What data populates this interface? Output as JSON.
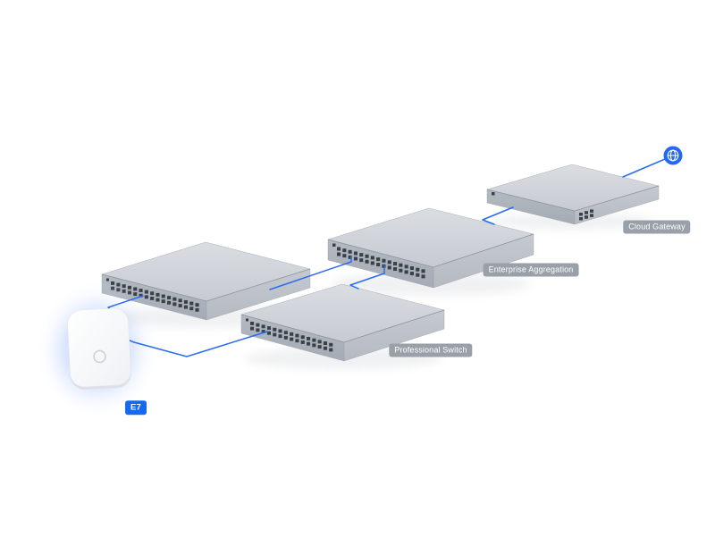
{
  "diagram": {
    "type": "network-topology",
    "labels": {
      "cloud_gateway": "Cloud Gateway",
      "enterprise_aggregation": "Enterprise Aggregation",
      "professional_switch": "Professional Switch",
      "access_point": "E7"
    },
    "nodes": [
      {
        "id": "internet",
        "icon": "globe-icon",
        "label": ""
      },
      {
        "id": "cloud-gateway",
        "label": "Cloud Gateway"
      },
      {
        "id": "enterprise-aggregation",
        "label": "Enterprise Aggregation"
      },
      {
        "id": "switch-left",
        "label": ""
      },
      {
        "id": "professional-switch",
        "label": "Professional Switch"
      },
      {
        "id": "e7-access-point",
        "label": "E7"
      }
    ],
    "edges": [
      [
        "internet",
        "cloud-gateway"
      ],
      [
        "cloud-gateway",
        "enterprise-aggregation"
      ],
      [
        "enterprise-aggregation",
        "switch-left"
      ],
      [
        "enterprise-aggregation",
        "professional-switch"
      ],
      [
        "switch-left",
        "e7-access-point"
      ],
      [
        "e7-access-point",
        "professional-switch"
      ]
    ],
    "colors": {
      "connection_line": "#2a6cf0",
      "badge_gray": "#9aa0a8",
      "badge_blue": "#1668f0",
      "globe_blue": "#2468f2",
      "glow_blue": "#7ba1f8"
    }
  }
}
